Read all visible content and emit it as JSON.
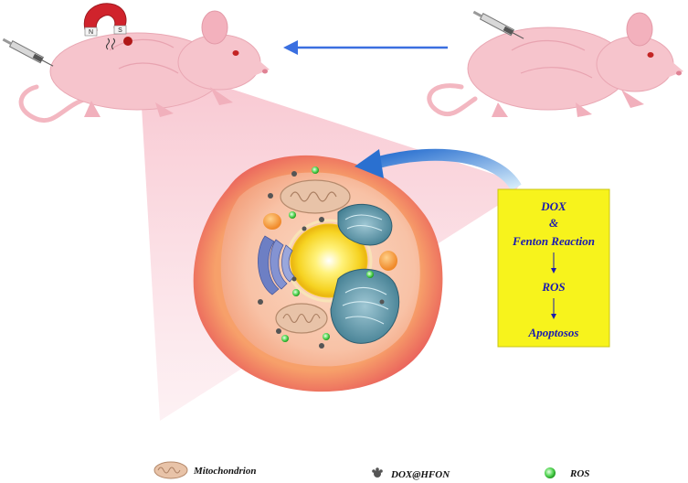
{
  "magnet": {
    "north": "N",
    "south": "S"
  },
  "process_box": {
    "line1": "DOX",
    "line2": "&",
    "line3": "Fenton Reaction",
    "line4": "ROS",
    "line5": "Apoptosos"
  },
  "legend": {
    "mitochondrion": "Mitochondrion",
    "drug": "DOX@HFON",
    "ros": "ROS"
  },
  "colors": {
    "arrow_blue": "#3a6fe0",
    "box_yellow": "#f7f31c",
    "box_text": "#1a1ab0",
    "mouse_pink": "#f6c4cc",
    "cell_outer": "#f07a5a",
    "ros_green": "#3cc23c"
  }
}
